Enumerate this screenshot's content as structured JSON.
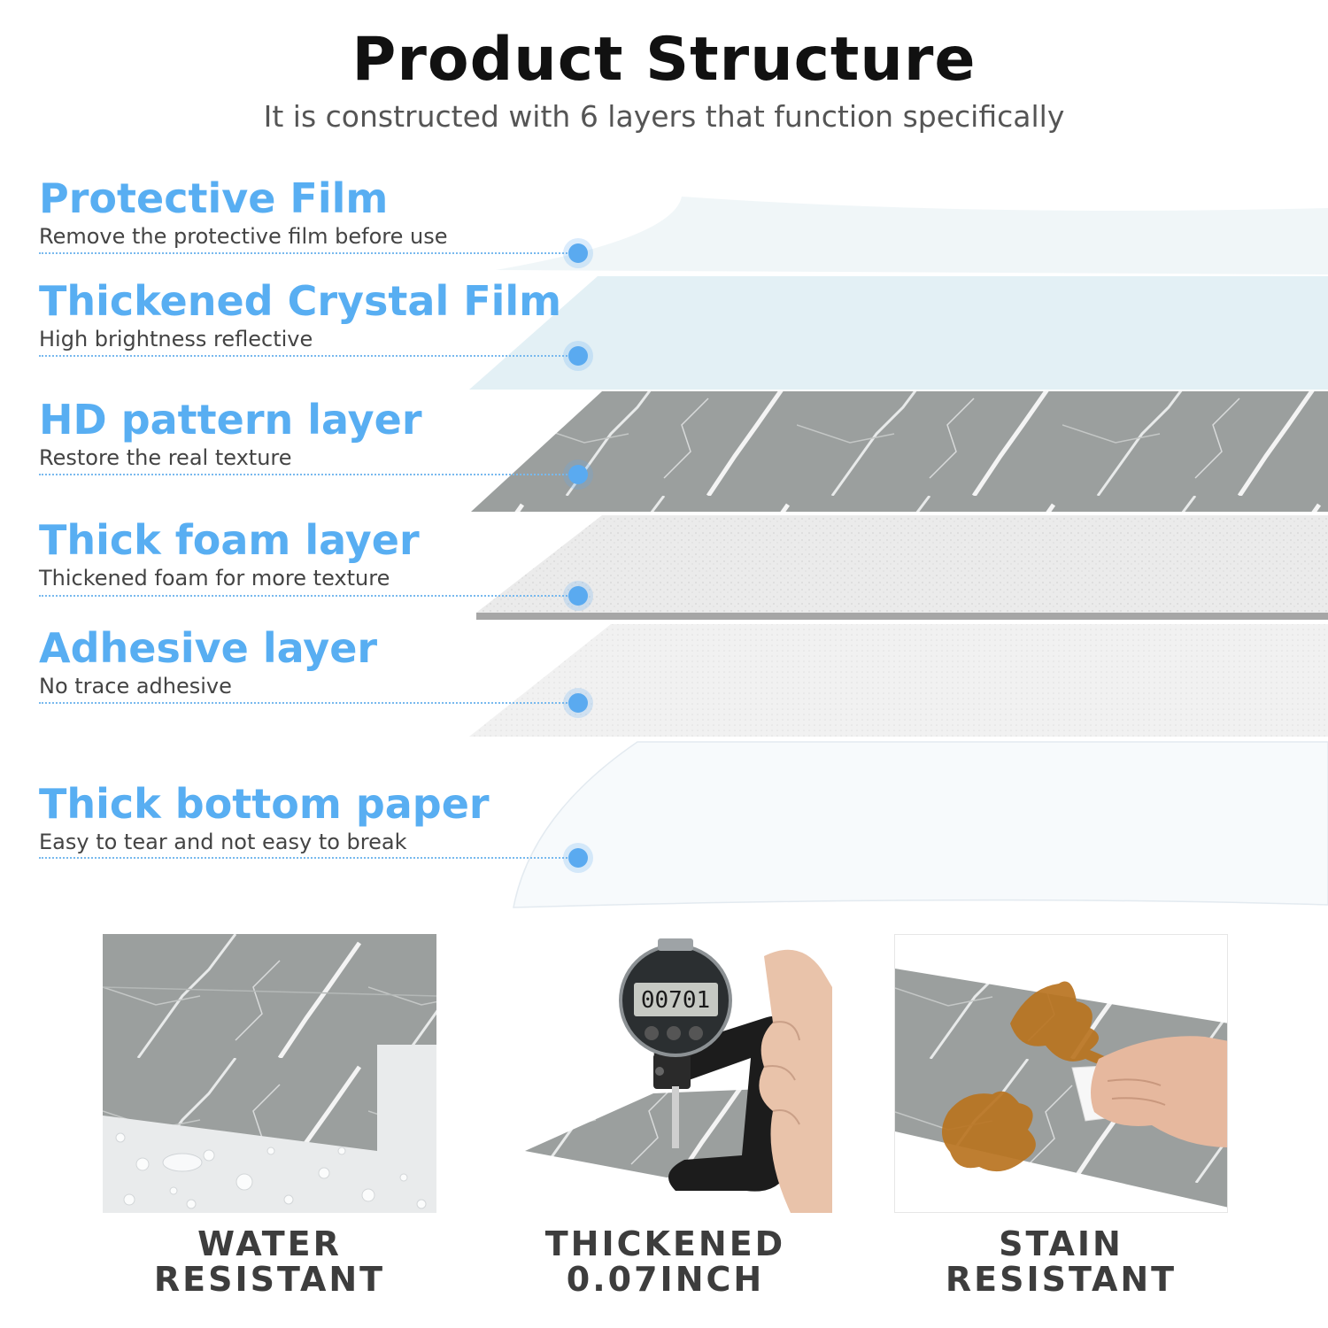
{
  "header": {
    "title": "Product Structure",
    "subtitle": "It is constructed with 6 layers that function specifically"
  },
  "layers": [
    {
      "name": "Protective Film",
      "desc": "Remove the protective film before use"
    },
    {
      "name": "Thickened Crystal Film",
      "desc": "High brightness reflective"
    },
    {
      "name": "HD pattern layer",
      "desc": "Restore the real texture"
    },
    {
      "name": "Thick foam layer",
      "desc": "Thickened foam for more texture"
    },
    {
      "name": "Adhesive layer",
      "desc": "No trace adhesive"
    },
    {
      "name": "Thick bottom paper",
      "desc": "Easy to tear and not easy to break"
    }
  ],
  "features": [
    {
      "line1": "WATER",
      "line2": "RESISTANT"
    },
    {
      "line1": "THICKENED 0.07INCH",
      "line2": ""
    },
    {
      "line1": "STAIN",
      "line2": "RESISTANT"
    }
  ],
  "gauge": {
    "display": "00701"
  },
  "colors": {
    "accent": "#58aef2",
    "marble": "#9a9e9d",
    "stain": "#b8731f"
  }
}
